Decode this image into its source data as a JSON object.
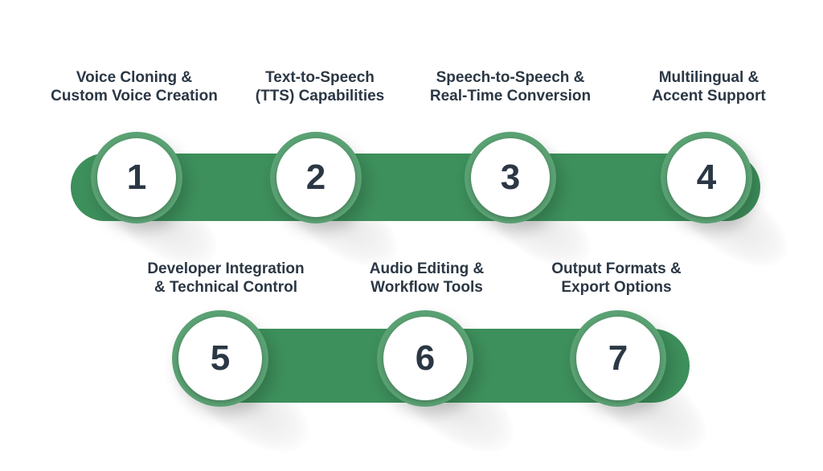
{
  "steps": [
    {
      "number": "1",
      "line1": "Voice Cloning &",
      "line2": "Custom Voice Creation"
    },
    {
      "number": "2",
      "line1": "Text-to-Speech",
      "line2": "(TTS) Capabilities"
    },
    {
      "number": "3",
      "line1": "Speech-to-Speech &",
      "line2": "Real-Time Conversion"
    },
    {
      "number": "4",
      "line1": "Multilingual &",
      "line2": "Accent Support"
    },
    {
      "number": "5",
      "line1": "Developer Integration",
      "line2": "& Technical Control"
    },
    {
      "number": "6",
      "line1": "Audio Editing &",
      "line2": "Workflow Tools"
    },
    {
      "number": "7",
      "line1": "Output Formats &",
      "line2": "Export Options"
    }
  ],
  "colors": {
    "bar": "#3d8f5b",
    "ring": "#5aa173",
    "text": "#2b3744",
    "background": "#ffffff"
  }
}
